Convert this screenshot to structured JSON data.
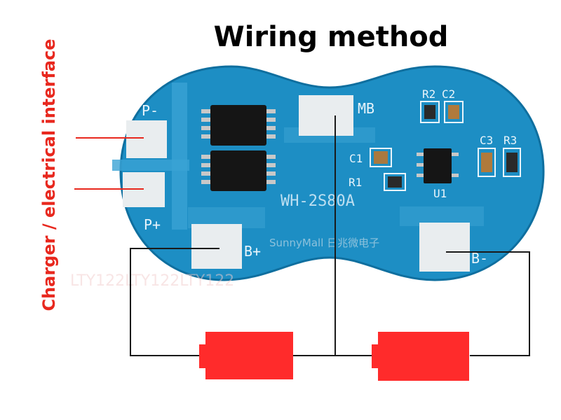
{
  "title": "Wiring method",
  "side_label": "Charger / electrical interface",
  "board": {
    "model": "WH-2S80A",
    "pads": {
      "p_minus": "P-",
      "p_plus": "P+",
      "mb": "MB",
      "b_plus": "B+",
      "b_minus": "B-"
    },
    "components": {
      "r2": "R2",
      "c2": "C2",
      "c1": "C1",
      "r1": "R1",
      "c3": "C3",
      "r3": "R3",
      "u1": "U1"
    }
  },
  "watermarks": {
    "shop": "SunnyMall 日兆微电子",
    "ltyrepeat": "LTY122LTY122LTY122"
  },
  "colors": {
    "board": "#1d8ec4",
    "board_edge": "#0f6f9f",
    "pad": "#e9edef",
    "battery": "#ff2b2b",
    "label_red": "#e8281e",
    "wire": "#1a1a1a"
  }
}
